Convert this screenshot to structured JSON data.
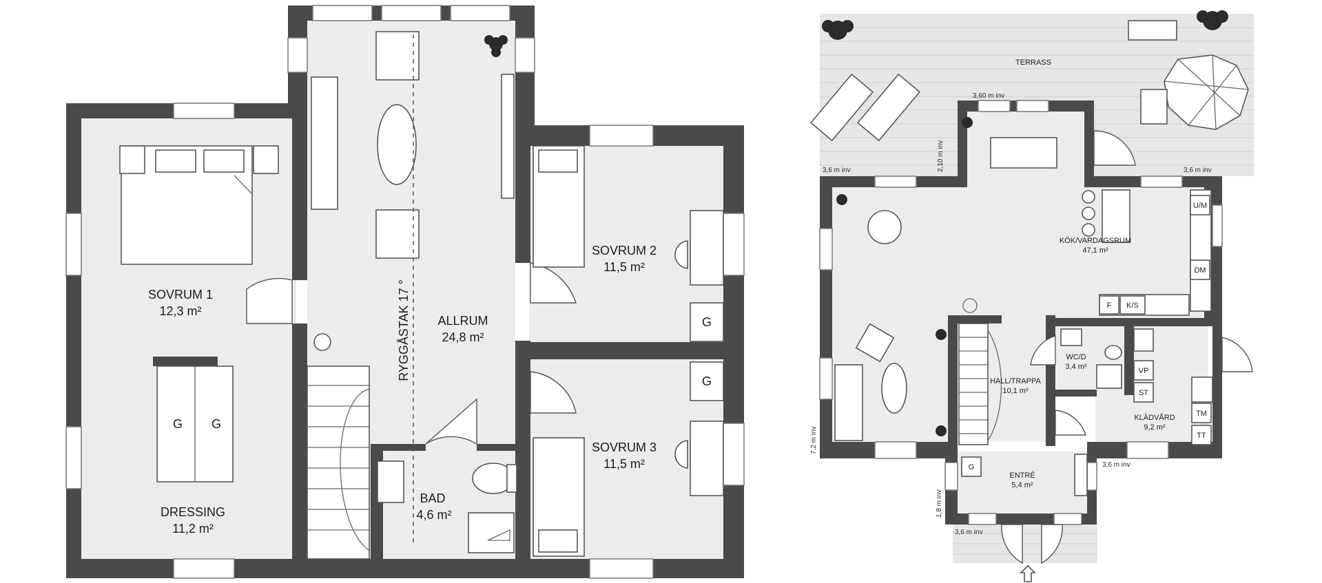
{
  "upper_floor": {
    "rooms": [
      {
        "name": "SOVRUM 1",
        "area": "12,3 m²"
      },
      {
        "name": "DRESSING",
        "area": "11,2 m²"
      },
      {
        "name": "ALLRUM",
        "area": "24,8 m²"
      },
      {
        "name": "SOVRUM 2",
        "area": "11,5 m²"
      },
      {
        "name": "SOVRUM 3",
        "area": "11,5 m²"
      },
      {
        "name": "BAD",
        "area": "4,6 m²"
      }
    ],
    "ridge_label": "RYGGÅSTAK 17 °",
    "wardrobe_labels": [
      "G",
      "G",
      "G",
      "G"
    ]
  },
  "ground_floor": {
    "rooms": [
      {
        "name": "TERRASS",
        "area": ""
      },
      {
        "name": "KÖK/VARDAGSRUM",
        "area": "47,1 m²"
      },
      {
        "name": "HALL/TRAPPA",
        "area": "10,1 m²"
      },
      {
        "name": "WC/D",
        "area": "3,4 m²"
      },
      {
        "name": "KLÄDVÅRD",
        "area": "9,2 m²"
      },
      {
        "name": "ENTRÉ",
        "area": "5,4 m²"
      }
    ],
    "appliance_labels": {
      "um": "U/M",
      "dm": "DM",
      "f": "F",
      "ks": "K/S",
      "vp": "VP",
      "st": "ST",
      "tm": "TM",
      "tt": "TT",
      "g": "G"
    },
    "dimensions": {
      "terrace_door": "3,60 m inv",
      "terrace_height": "2,10 m inv",
      "left_wall": "3,6 m inv",
      "right_wall": "3,6 m inv",
      "left_side": "7,2 m inv",
      "laundry_side": "3,6 m inv",
      "entry_side": "1,8 m inv",
      "entry_bottom": "3,6 m inv"
    }
  }
}
